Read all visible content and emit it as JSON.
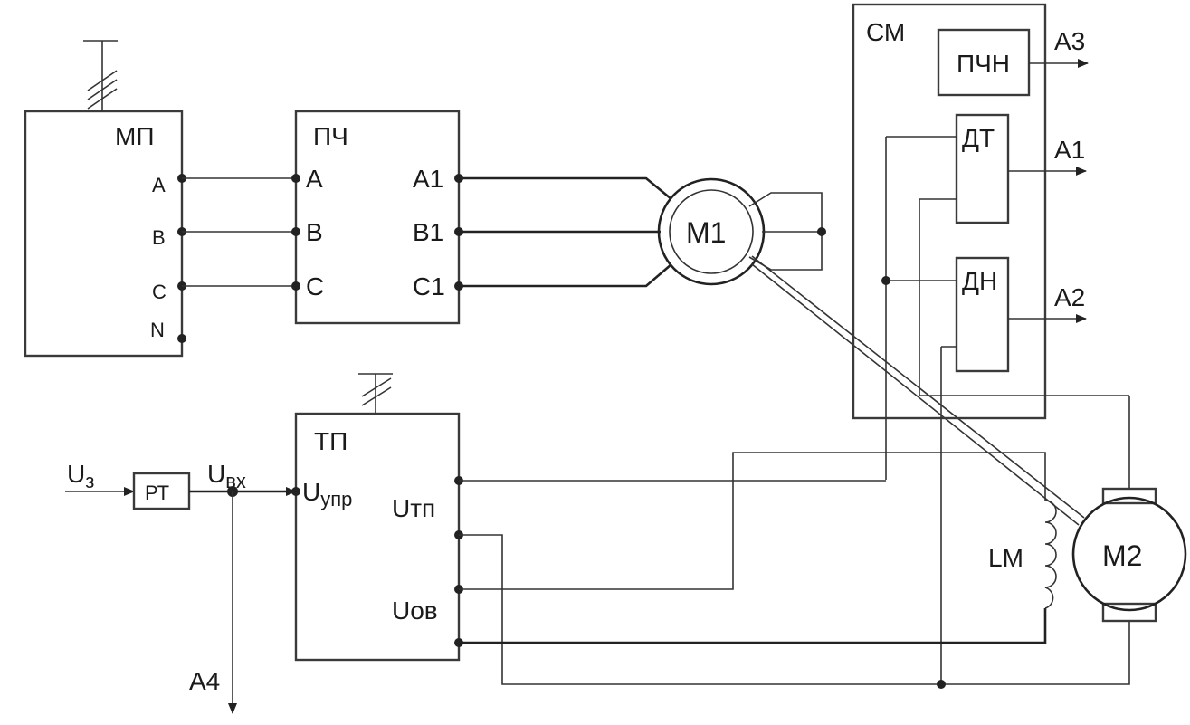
{
  "blocks": {
    "mp": {
      "title": "МП",
      "terminals": [
        "A",
        "B",
        "C",
        "N"
      ]
    },
    "pch": {
      "title": "ПЧ",
      "inputs": [
        "A",
        "B",
        "C"
      ],
      "outputs": [
        "A1",
        "B1",
        "C1"
      ]
    },
    "sm": {
      "title": "СМ",
      "pchn": "ПЧН",
      "dt": "ДТ",
      "dn": "ДН"
    },
    "tp": {
      "title": "ТП",
      "u_main": "U",
      "u_upr_sub": "упр",
      "u_tp": "Uтп",
      "u_ov": "Uов"
    },
    "rt": {
      "title": "РТ"
    }
  },
  "machines": {
    "m1": "М1",
    "m2": "М2",
    "lm": "LM"
  },
  "signals": {
    "u3_main": "U",
    "u3_sub": "з",
    "uvx_main": "U",
    "uvx_sub": "вх",
    "a1": "А1",
    "a2": "А2",
    "a3": "А3",
    "a4": "А4"
  },
  "colors": {
    "line": "#333333",
    "text": "#1a1a1a"
  }
}
